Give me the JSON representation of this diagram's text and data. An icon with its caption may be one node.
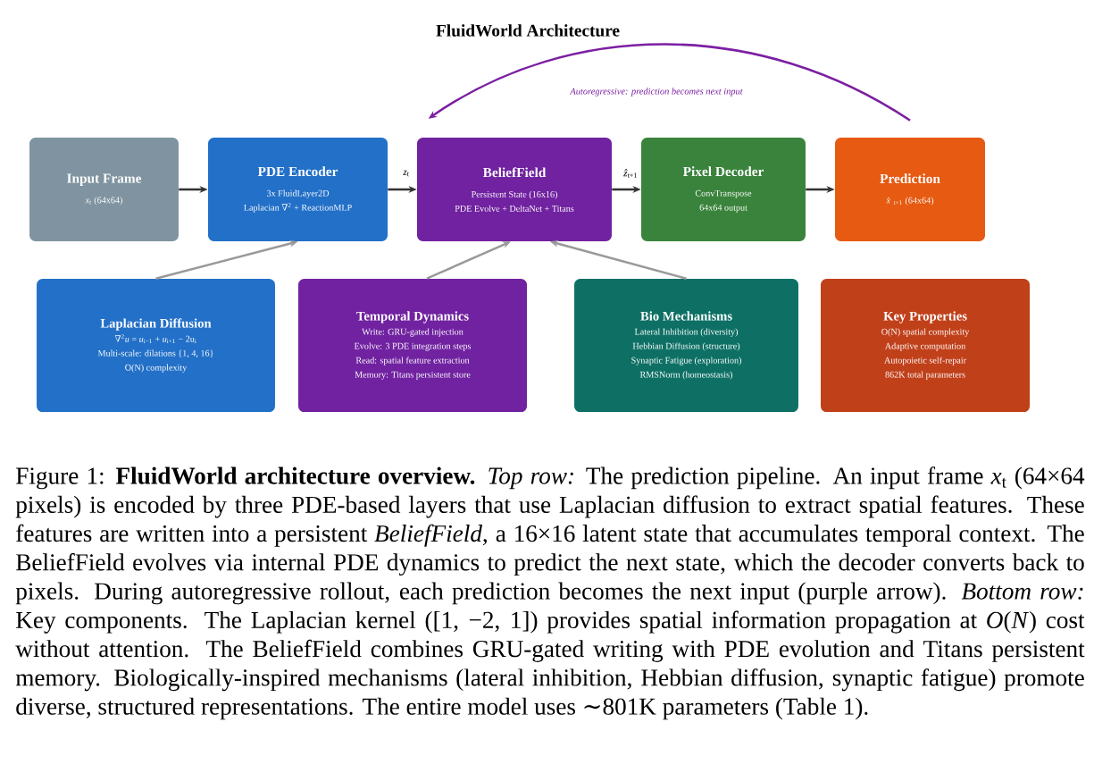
{
  "diagram": {
    "title": "FluidWorld Architecture",
    "caption": "Figure 1: **FluidWorld architecture overview.** *Top row:* The prediction pipeline. An input frame *x*$_{t}$ (64×64 pixels) is encoded by three PDE-based layers that use Laplacian diffusion to extract spatial features. These features are written into a persistent *BeliefField*, a 16×16 latent state that accumulates temporal context. The BeliefField evolves via internal PDE dynamics to predict the next state, which the decoder converts back to pixels. During autoregressive rollout, each prediction becomes the next input (purple arrow). *Bottom row:* Key components. The Laplacian kernel ([1, −2, 1]) provides spatial information propagation at *O*(*N*) cost without attention. The BeliefField combines GRU-gated writing with PDE evolution and Titans persistent memory. Biologically-inspired mechanisms (lateral inhibition, Hebbian diffusion, synaptic fatigue) promote diverse, structured representations. The entire model uses ∼801K parameters (Table 1).",
    "nodes": [
      {
        "text": [
          "Input Frame",
          "*x*$_{t}$ (64x64)"
        ]
      },
      {
        "text": [
          "PDE Encoder",
          "3x FluidLayer2D",
          "Laplacian ∇$^{2}$ + ReactionMLP"
        ]
      },
      {
        "text": [
          "BeliefField",
          "Persistent State (16x16)",
          "PDE Evolve + DeltaNet + Titans"
        ]
      },
      {
        "text": [
          "Pixel Decoder",
          "ConvTranspose",
          "64x64 output"
        ]
      },
      {
        "text": [
          "Prediction",
          "*x̂*$_{t+1}$ (64x64)"
        ]
      },
      {
        "text": [
          "Laplacian Diffusion",
          "∇$^{2}$*u* = *u*$_{i−1}$ + *u*$_{i+1}$ − 2u$_{i}$",
          "Multi-scale: dilations {1, 4, 16}",
          "O(N) complexity"
        ]
      },
      {
        "text": [
          "Temporal Dynamics",
          "Write: GRU-gated injection",
          "Evolve: 3 PDE integration steps",
          "Read: spatial feature extraction",
          "Memory: Titans persistent store"
        ]
      },
      {
        "text": [
          "Bio Mechanisms",
          "Lateral Inhibition (diversity)",
          "Hebbian Diffusion (structure)",
          "Synaptic Fatigue (exploration)",
          "RMSNorm (homeostasis)"
        ]
      },
      {
        "text": [
          "Key Properties",
          "O(N) spatial complexity",
          "Adaptive computation",
          "Autopoietic self-repair",
          "862K total parameters"
        ]
      }
    ],
    "edges": [
      {
        "from": 0,
        "to": 1,
        "arrow": "to"
      },
      {
        "from": 1,
        "to": 2,
        "arrow": "to",
        "label": "*z*$_{t}$"
      },
      {
        "from": 2,
        "to": 3,
        "arrow": "to",
        "label": "*ẑ*$_{t+1}$"
      },
      {
        "from": 3,
        "to": 4,
        "arrow": "to"
      },
      {
        "from": 4,
        "to": 2,
        "arrow": "to",
        "label": "Autoregressive: prediction becomes next input",
        "color": "#7b1fa2"
      },
      {
        "from": 5,
        "to": 1,
        "arrow": "to",
        "color": "#999999"
      },
      {
        "from": 6,
        "to": 2,
        "arrow": "to",
        "color": "#999999"
      },
      {
        "from": 7,
        "to": 2,
        "arrow": "to",
        "color": "#999999"
      }
    ]
  }
}
